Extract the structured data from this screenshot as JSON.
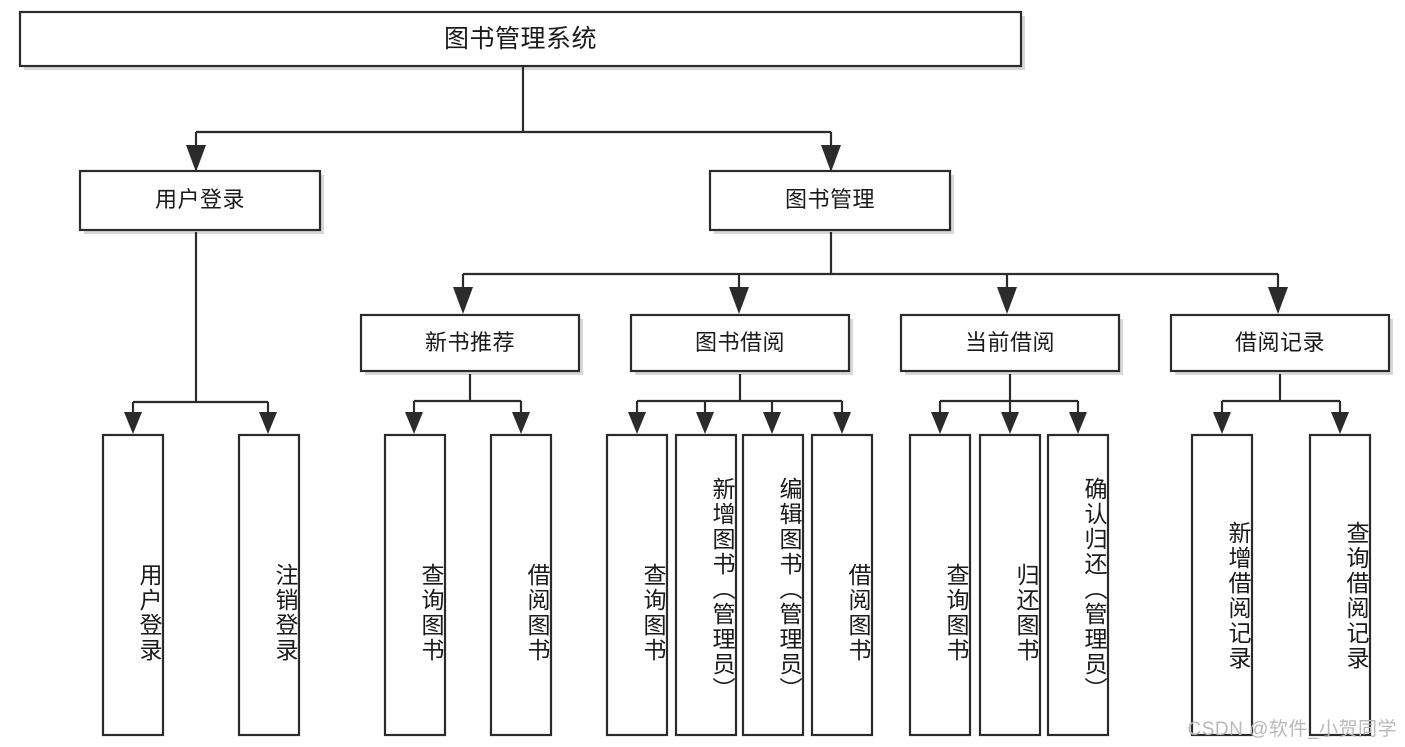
{
  "diagram": {
    "type": "tree-flowchart",
    "title": "图书管理系统",
    "watermark": "CSDN @软件_小贺同学",
    "colors": {
      "stroke": "#2b2b2b",
      "fill": "#ffffff",
      "text": "#1a1a1a",
      "watermark": "#b9b9b9"
    },
    "nodes": {
      "root": {
        "label": "图书管理系统",
        "level": 0
      },
      "l1": [
        {
          "id": "user-login",
          "label": "用户登录"
        },
        {
          "id": "book-manage",
          "label": "图书管理"
        }
      ],
      "l2": [
        {
          "id": "new-book-rec",
          "label": "新书推荐"
        },
        {
          "id": "book-borrow",
          "label": "图书借阅"
        },
        {
          "id": "current-borrow",
          "label": "当前借阅"
        },
        {
          "id": "borrow-record",
          "label": "借阅记录"
        }
      ],
      "leaves": [
        {
          "id": "leaf-user-login",
          "label": "用户登录",
          "parent": "user-login"
        },
        {
          "id": "leaf-logout-login",
          "label": "注销登录",
          "parent": "user-login"
        },
        {
          "id": "leaf-query-book-1",
          "label": "查询图书",
          "parent": "new-book-rec"
        },
        {
          "id": "leaf-borrow-book-1",
          "label": "借阅图书",
          "parent": "new-book-rec"
        },
        {
          "id": "leaf-query-book-2",
          "label": "查询图书",
          "parent": "book-borrow"
        },
        {
          "id": "leaf-add-book",
          "label": "新增图书（管理员）",
          "parent": "book-borrow"
        },
        {
          "id": "leaf-edit-book",
          "label": "编辑图书（管理员）",
          "parent": "book-borrow"
        },
        {
          "id": "leaf-borrow-book-2",
          "label": "借阅图书",
          "parent": "book-borrow"
        },
        {
          "id": "leaf-query-book-3",
          "label": "查询图书",
          "parent": "current-borrow"
        },
        {
          "id": "leaf-return-book",
          "label": "归还图书",
          "parent": "current-borrow"
        },
        {
          "id": "leaf-confirm-return",
          "label": "确认归还（管理员）",
          "parent": "current-borrow"
        },
        {
          "id": "leaf-add-record",
          "label": "新增借阅记录",
          "parent": "borrow-record"
        },
        {
          "id": "leaf-query-record",
          "label": "查询借阅记录",
          "parent": "borrow-record"
        }
      ]
    }
  }
}
